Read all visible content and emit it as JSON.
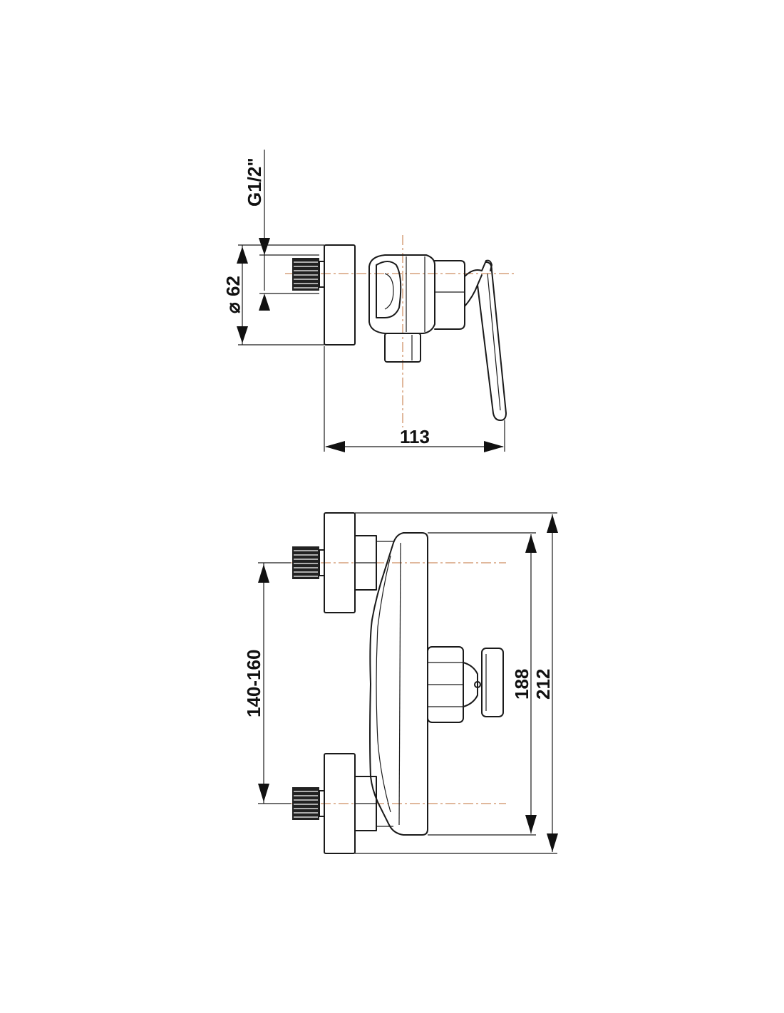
{
  "side_view": {
    "thread_label": "G1/2\"",
    "diameter_symbol": "⌀",
    "diameter_label": "62",
    "depth_label": "113"
  },
  "front_view": {
    "spacing_label": "140-160",
    "body_height_label": "188",
    "overall_height_label": "212"
  },
  "colors": {
    "line": "#1a1a1a",
    "centerline": "#c0703a",
    "background": "#ffffff"
  }
}
